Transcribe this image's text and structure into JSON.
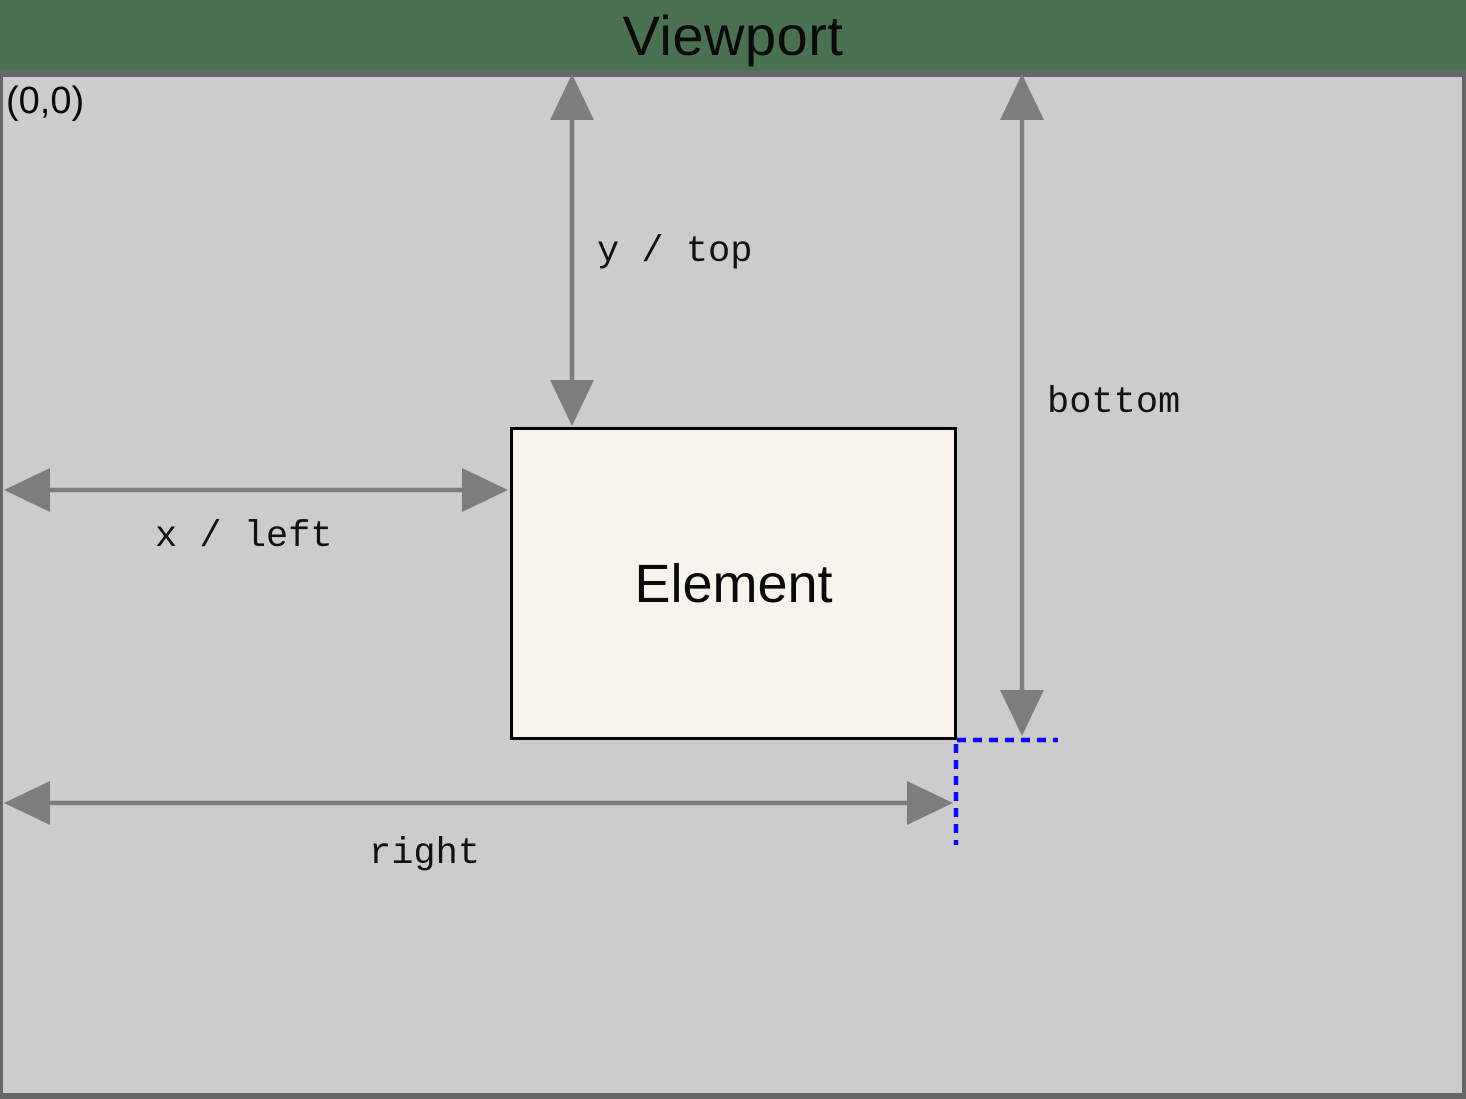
{
  "title": "Viewport",
  "origin_label": "(0,0)",
  "element_box": {
    "label": "Element"
  },
  "labels": {
    "y_top": "y / top",
    "x_left": "x / left",
    "bottom": "bottom",
    "right": "right"
  },
  "colors": {
    "page_background_green": "#4a7150",
    "viewport_fill": "#cccccc",
    "viewport_border": "#66666a",
    "arrow_gray": "#7d7d7d",
    "element_fill": "#f8f4ed",
    "element_border": "#000000",
    "guide_blue": "#0a0aff",
    "text": "#0a0a0a"
  }
}
